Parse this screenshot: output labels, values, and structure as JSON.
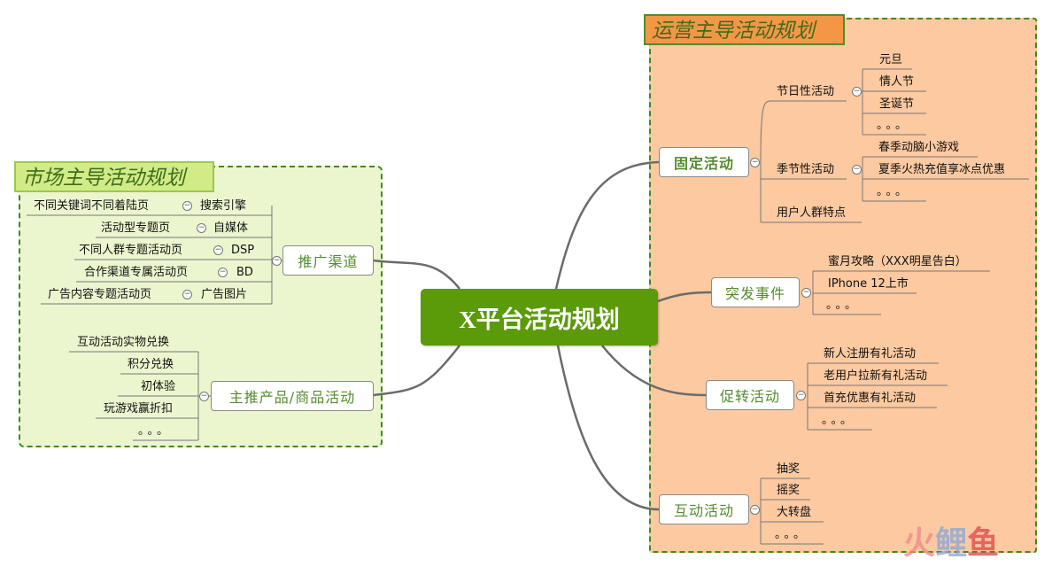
{
  "central": "X平台活动规划",
  "market": {
    "title": "市场主导活动规划",
    "promo": {
      "label": "推广渠道",
      "items": [
        {
          "page": "不同关键词不同着陆页",
          "channel": "搜索引擎"
        },
        {
          "page": "活动型专题页",
          "channel": "自媒体"
        },
        {
          "page": "不同人群专题活动页",
          "channel": "DSP"
        },
        {
          "page": "合作渠道专属活动页",
          "channel": "BD"
        },
        {
          "page": "广告内容专题活动页",
          "channel": "广告图片"
        }
      ]
    },
    "product": {
      "label": "主推产品/商品活动",
      "items": [
        "互动活动实物兑换",
        "积分兑换",
        "初体验",
        "玩游戏赢折扣",
        "。。。"
      ]
    }
  },
  "ops": {
    "title": "运营主导活动规划",
    "fixed": {
      "label": "固定活动",
      "holiday": {
        "label": "节日性活动",
        "items": [
          "元旦",
          "情人节",
          "圣诞节",
          "。。。"
        ]
      },
      "season": {
        "label": "季节性活动",
        "items": [
          "春季动脑小游戏",
          "夏季火热充值享冰点优惠",
          "。。。"
        ]
      },
      "crowd": "用户人群特点"
    },
    "burst": {
      "label": "突发事件",
      "items": [
        "蜜月攻略（XXX明星告白）",
        "IPhone 12上市",
        "。。。"
      ]
    },
    "convert": {
      "label": "促转活动",
      "items": [
        "新人注册有礼活动",
        "老用户拉新有礼活动",
        "首充优惠有礼活动",
        "。。。"
      ]
    },
    "interact": {
      "label": "互动活动",
      "items": [
        "抽奖",
        "摇奖",
        "大转盘",
        "。。。"
      ]
    }
  },
  "logo": {
    "part1": "火",
    "part2": "鲤",
    "part3": "鱼"
  }
}
